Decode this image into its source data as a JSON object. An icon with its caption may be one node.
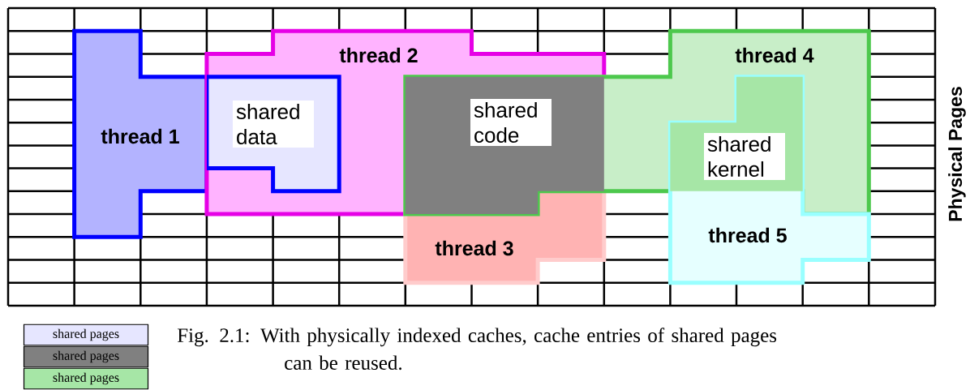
{
  "diagram": {
    "caption": "Fig. 2.1: With physically indexed caches, cache entries of shared pages can be reused.",
    "nodes": [
      {
        "text": [
          "thread 2"
        ]
      },
      {
        "text": [
          "thread 4"
        ]
      },
      {
        "text": [
          "shared data"
        ],
        "in": 0
      },
      {
        "text": [
          "shared code"
        ]
      },
      {
        "text": [
          "thread 1"
        ]
      },
      {
        "text": [
          "shared kernel"
        ]
      },
      {
        "text": [
          "thread 5"
        ]
      },
      {
        "text": [
          "thread 3"
        ]
      }
    ],
    "labels": [
      "Physical Pages"
    ],
    "legend": [
      {
        "text": "shared pages",
        "color": "#e6e6ff"
      },
      {
        "text": "shared pages",
        "color": "#808080"
      },
      {
        "text": "shared pages",
        "color": "#a6e6a6"
      }
    ]
  }
}
